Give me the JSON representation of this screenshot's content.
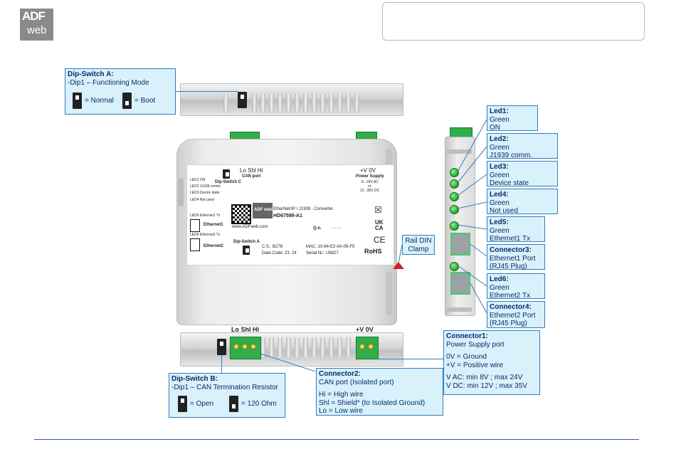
{
  "logo": {
    "line1": "ADF",
    "line2": "web"
  },
  "callouts": {
    "dipA": {
      "title": "Dip-Switch A:",
      "line1": "-Dip1 – Functioning Mode",
      "normal": "= Normal",
      "boot": "= Boot"
    },
    "dipB": {
      "title": "Dip-Switch B:",
      "line1": "-Dip1 – CAN Termination Resistor",
      "open": "= Open",
      "ohm": "= 120 Ohm"
    },
    "led1": {
      "title": "Led1:",
      "l1": "Green",
      "l2": "ON"
    },
    "led2": {
      "title": "Led2:",
      "l1": "Green",
      "l2": "J1939 comm."
    },
    "led3": {
      "title": "Led3:",
      "l1": "Green",
      "l2": "Device state"
    },
    "led4": {
      "title": "Led4:",
      "l1": "Green",
      "l2": "Not used"
    },
    "led5": {
      "title": "Led5:",
      "l1": "Green",
      "l2": "Ethernet1 Tx"
    },
    "led6": {
      "title": "Led6:",
      "l1": "Green",
      "l2": "Ethernet2 Tx"
    },
    "conn3": {
      "title": "Connector3:",
      "l1": "Ethernet1 Port",
      "l2": "(RJ45 Plug)"
    },
    "conn4": {
      "title": "Connector4:",
      "l1": "Ethernet2 Port",
      "l2": "(RJ45 Plug)"
    },
    "rail": {
      "l1": "Rail DIN",
      "l2": "Clamp"
    },
    "conn1": {
      "title": "Connector1:",
      "l1": "Power Supply port",
      "l2": "0V = Ground",
      "l3": "+V = Positive wire",
      "l4": "V AC: min 8V ; max 24V",
      "l5": "V DC: min 12V ; max 35V"
    },
    "conn2": {
      "title": "Connector2:",
      "l1": "CAN port (Isolated port)",
      "l2": "Hi = High wire",
      "l3": "Shl = Shield* (to Isolated Ground)",
      "l4": "Lo = Low wire"
    }
  },
  "device": {
    "can_pins": "Lo  Shl  Hi",
    "can_port": "CAN port",
    "dip_c": "Dip-Switch C",
    "power_pins": "+V  0V",
    "power_supply": "Power Supply",
    "ps_ac": "8...24V AC",
    "ps_or": "or",
    "ps_dc": "12...35V DC",
    "leds": [
      "LED1 ON",
      "LED2 J1939 comm.",
      "LED3 Device state",
      "LED4 Not used"
    ],
    "led5": "LED5 Ethernet1 Tx",
    "eth1": "Ethernet1",
    "led6": "LED6 Ethernet2 Tx",
    "eth2": "Ethernet2",
    "product_line": "EtherNet/IP / J1939 - Converter",
    "model": "HD67599-A1",
    "brand_logo": "ADF web",
    "url": "www.ADFweb.com",
    "qn": "Q.n.",
    "qn_val": "- - - -",
    "dip_a": "Dip-Switch A",
    "cs": "C.S.: B278",
    "date": "Date Code: 23. 24",
    "mac": "MAC: 10-64-E2-0A-09-F5",
    "serial": "Serial Nr.: U6827",
    "ukca": "UK CA",
    "ce": "CE",
    "rohs": "RoHS",
    "bottom_pins_can": "Lo Shl Hi",
    "bottom_pins_pwr": "+V 0V"
  },
  "colors": {
    "callout_bg": "#d9f1fb",
    "callout_border": "#2e7fc0",
    "terminal_green": "#2fae4a",
    "led_green": "#1fa42a"
  }
}
